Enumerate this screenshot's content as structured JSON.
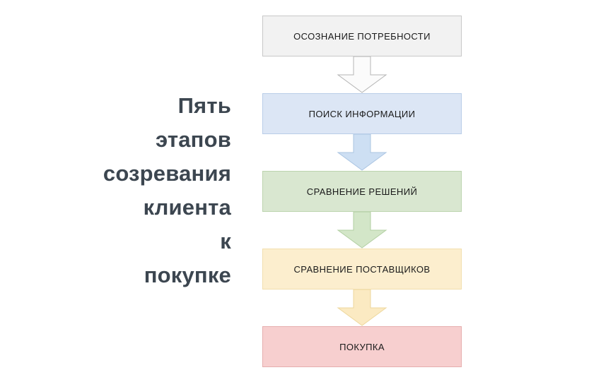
{
  "diagram": {
    "type": "vertical-flowchart",
    "title": "Пять\nэтапов\nсозревания\nклиента\nк\nпокупке",
    "title_color": "#3c4650",
    "stages": [
      {
        "label": "ОСОЗНАНИЕ ПОТРЕБНОСТИ",
        "fill": "#f2f2f2",
        "border": "#c8c8c8",
        "order": 1
      },
      {
        "label": "ПОИСК ИНФОРМАЦИИ",
        "fill": "#dce6f5",
        "border": "#b9cde8",
        "order": 2
      },
      {
        "label": "СРАВНЕНИЕ РЕШЕНИЙ",
        "fill": "#d9e7d0",
        "border": "#bcd4ae",
        "order": 3
      },
      {
        "label": "СРАВНЕНИЕ ПОСТАВЩИКОВ",
        "fill": "#fceece",
        "border": "#f2dfae",
        "order": 4
      },
      {
        "label": "ПОКУПКА",
        "fill": "#f7cfcf",
        "border": "#e6aeae",
        "order": 5
      }
    ],
    "connectors": [
      {
        "from": "ОСОЗНАНИЕ ПОТРЕБНОСТИ",
        "to": "ПОИСК ИНФОРМАЦИИ",
        "fill": "#fbfbfb",
        "stroke": "#b4b4b4"
      },
      {
        "from": "ПОИСК ИНФОРМАЦИИ",
        "to": "СРАВНЕНИЕ РЕШЕНИЙ",
        "fill": "#cddff3",
        "stroke": "#aac4e2"
      },
      {
        "from": "СРАВНЕНИЕ РЕШЕНИЙ",
        "to": "СРАВНЕНИЕ ПОСТАВЩИКОВ",
        "fill": "#d3e6c8",
        "stroke": "#b2cfa2"
      },
      {
        "from": "СРАВНЕНИЕ ПОСТАВЩИКОВ",
        "to": "ПОКУПКА",
        "fill": "#fbeac2",
        "stroke": "#edd79c"
      }
    ]
  }
}
